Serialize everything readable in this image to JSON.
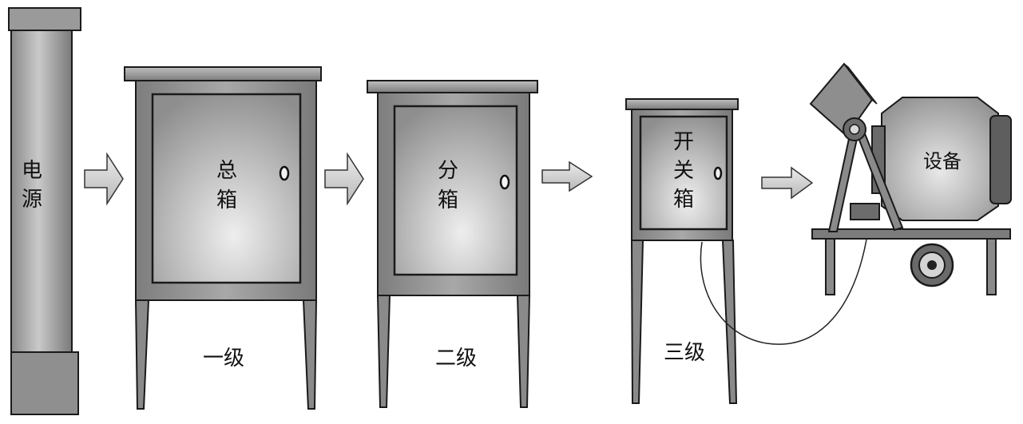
{
  "power_source": {
    "label_line1": "电",
    "label_line2": "源"
  },
  "cabinets": [
    {
      "id": "main",
      "label_lines": [
        "总",
        "箱"
      ],
      "level": "一级"
    },
    {
      "id": "sub",
      "label_lines": [
        "分",
        "箱"
      ],
      "level": "二级"
    },
    {
      "id": "switch",
      "label_lines": [
        "开",
        "关",
        "箱"
      ],
      "level": "三级"
    }
  ],
  "equipment": {
    "label": "设备"
  },
  "colors": {
    "metal_light": "#dcdcdc",
    "metal_mid": "#9c9c9c",
    "metal_dark": "#6e6e6e",
    "outline": "#1a1a1a",
    "arrow_fill": "#d0d0d0"
  },
  "icons": [
    "right-arrow-icon",
    "door-handle-icon",
    "mixer-machine-icon"
  ]
}
